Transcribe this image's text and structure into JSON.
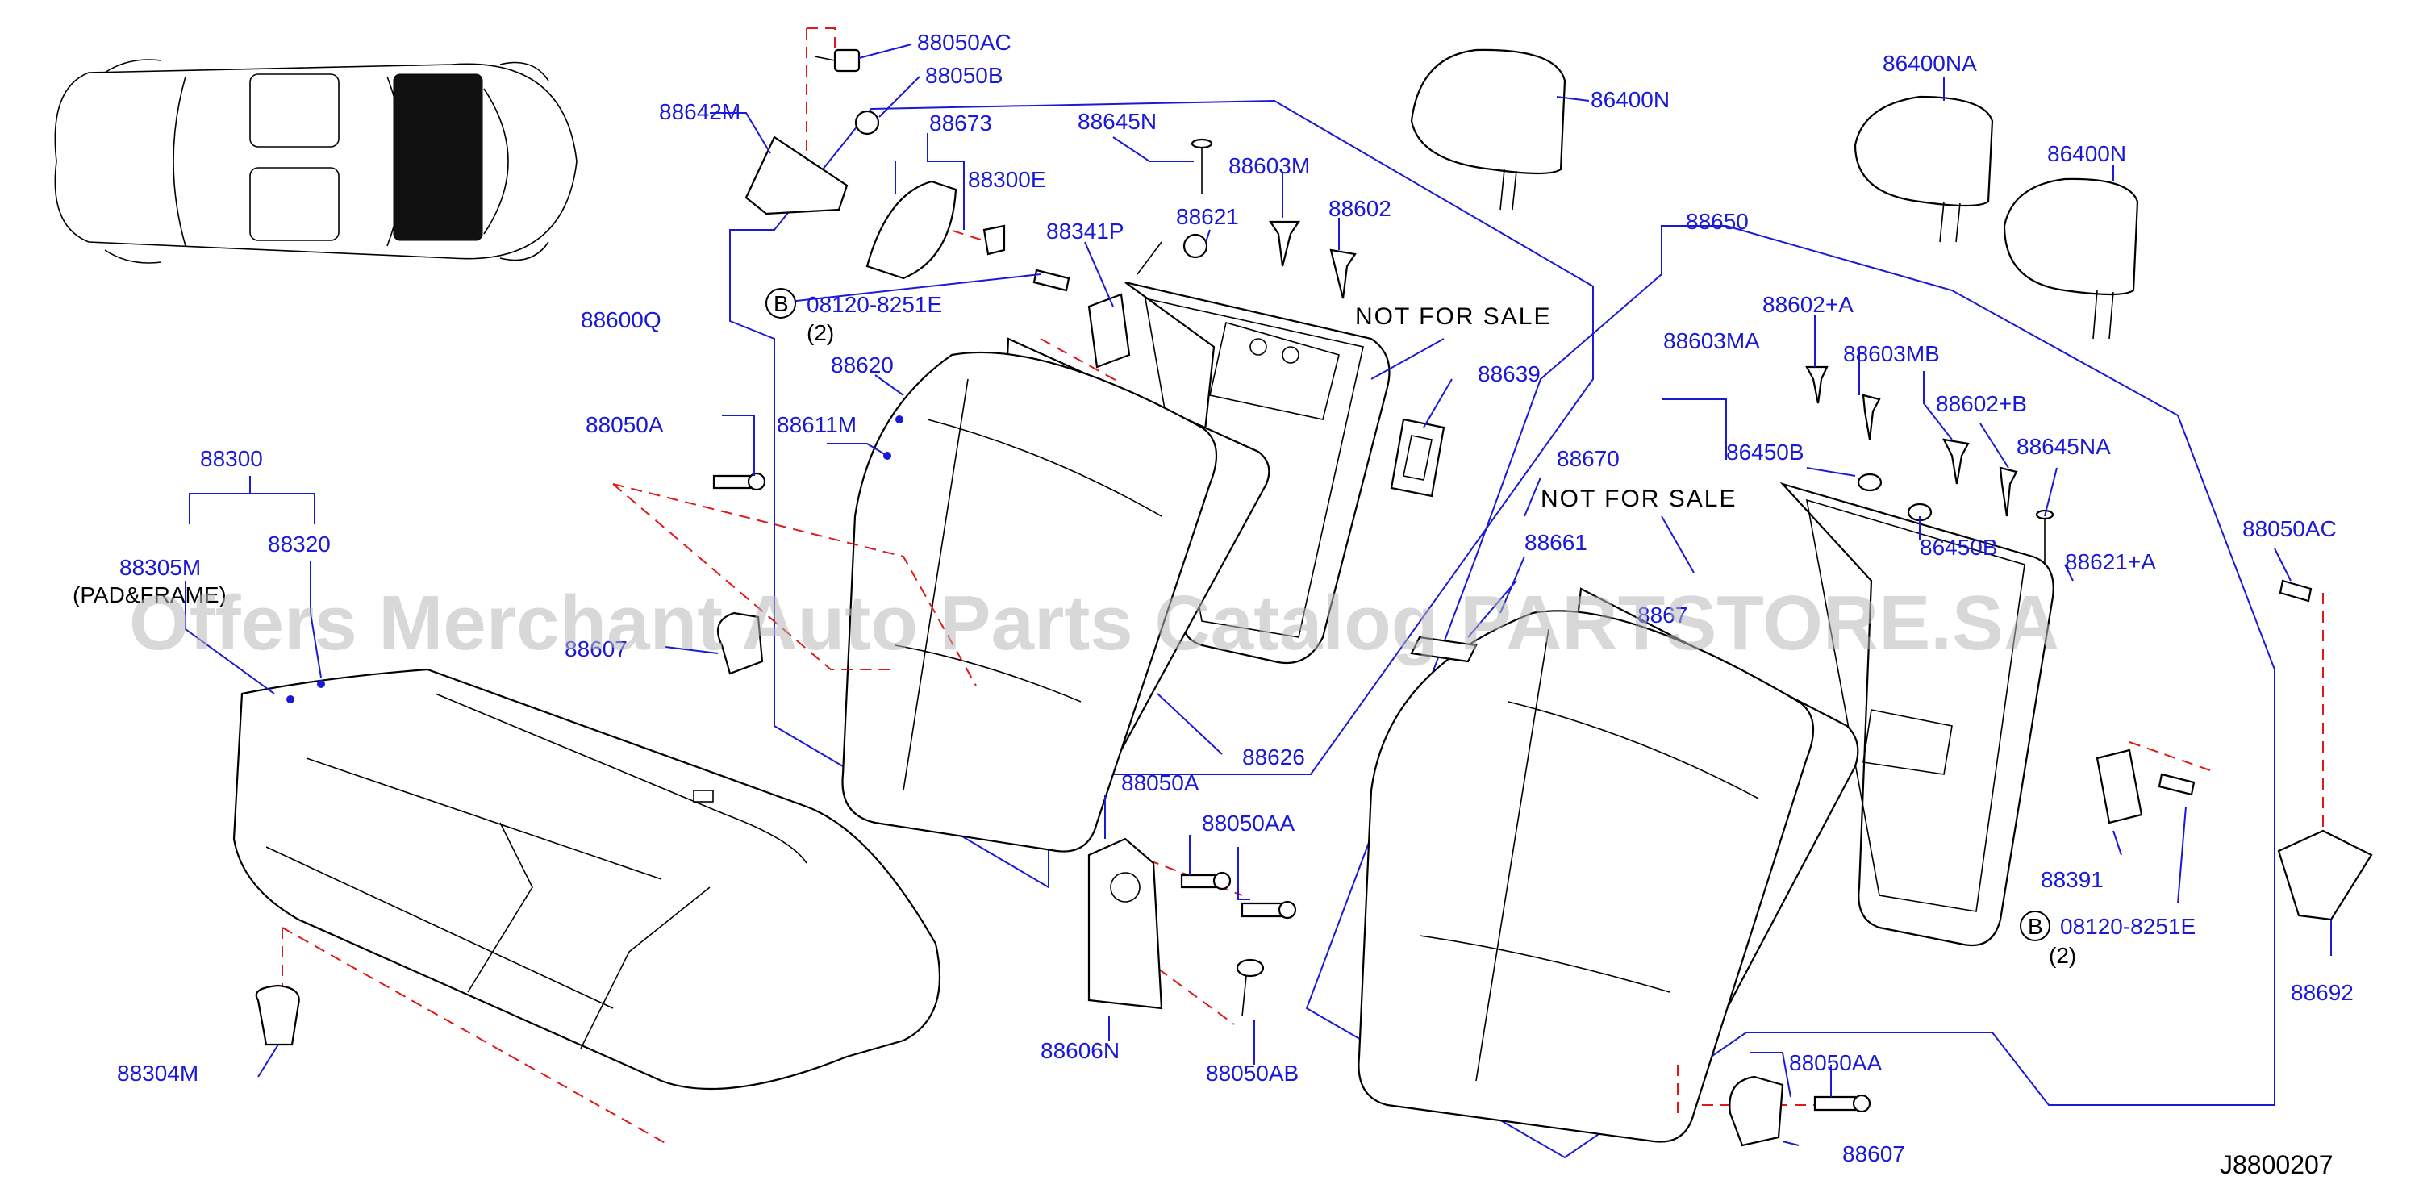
{
  "diagram_code": "J8800207",
  "watermark": "Offers Merchant Auto Parts Catalog PARTSTORE.SA",
  "not_for_sale": "NOT  FOR  SALE",
  "bolt_ref": {
    "symbol": "B",
    "code": "08120-8251E",
    "qty": "(2)"
  },
  "parts": {
    "p88050AC_top": "88050AC",
    "p88050B": "88050B",
    "p88642M": "88642M",
    "p88673": "88673",
    "p88300E": "88300E",
    "p88645N": "88645N",
    "p88603M": "88603M",
    "p88621": "88621",
    "p88602": "88602",
    "p88341P": "88341P",
    "p86400N_a": "86400N",
    "p86400NA": "86400NA",
    "p86400N_b": "86400N",
    "p88650": "88650",
    "p88600Q": "88600Q",
    "p88620": "88620",
    "p88639": "88639",
    "p88050A_left": "88050A",
    "p88611M": "88611M",
    "p88300": "88300",
    "p88305M": "88305M",
    "p88320": "88320",
    "p88305M_note": "(PAD&FRAME)",
    "p88607_left": "88607",
    "p88626": "88626",
    "p88050A_mid": "88050A",
    "p88050AA_mid": "88050AA",
    "p88606N": "88606N",
    "p88050AB": "88050AB",
    "p88304M": "88304M",
    "p88602A": "88602+A",
    "p88603MA": "88603MA",
    "p88603MB": "88603MB",
    "p88602B": "88602+B",
    "p86450B_a": "86450B",
    "p88645NA": "88645NA",
    "p88670": "88670",
    "p86450B_b": "86450B",
    "p88621A": "88621+A",
    "p88661": "88661",
    "p88050AC_right": "88050AC",
    "p88391": "88391",
    "p88692": "88692",
    "p88050AA_bottom": "88050AA",
    "p88607_bottom": "88607",
    "p8867x_partial": "8867"
  }
}
